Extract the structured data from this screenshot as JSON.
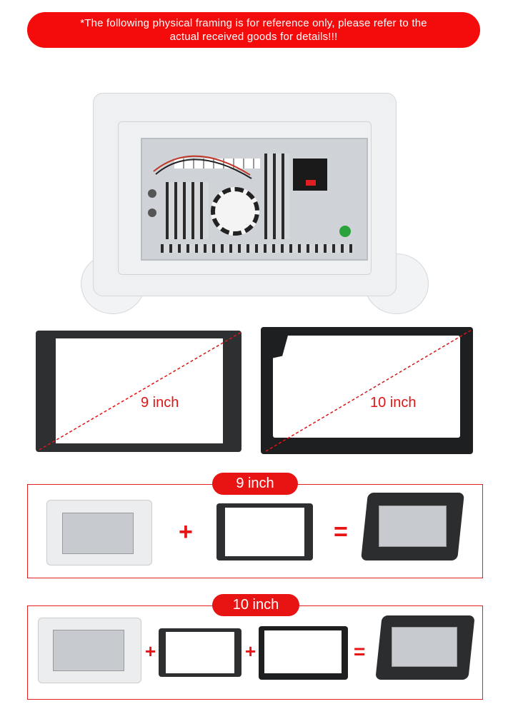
{
  "banner": {
    "line1": "*The following physical framing is for reference only, please refer to the",
    "line2": "actual received goods for details!!!"
  },
  "frames": {
    "nine": "9 inch",
    "ten": "10 inch"
  },
  "combo_9": {
    "title": "9 inch",
    "plus": "+",
    "equals": "="
  },
  "combo_10": {
    "title": "10 inch",
    "plus1": "+",
    "plus2": "+",
    "equals": "="
  },
  "colors": {
    "accent": "#e81414"
  }
}
